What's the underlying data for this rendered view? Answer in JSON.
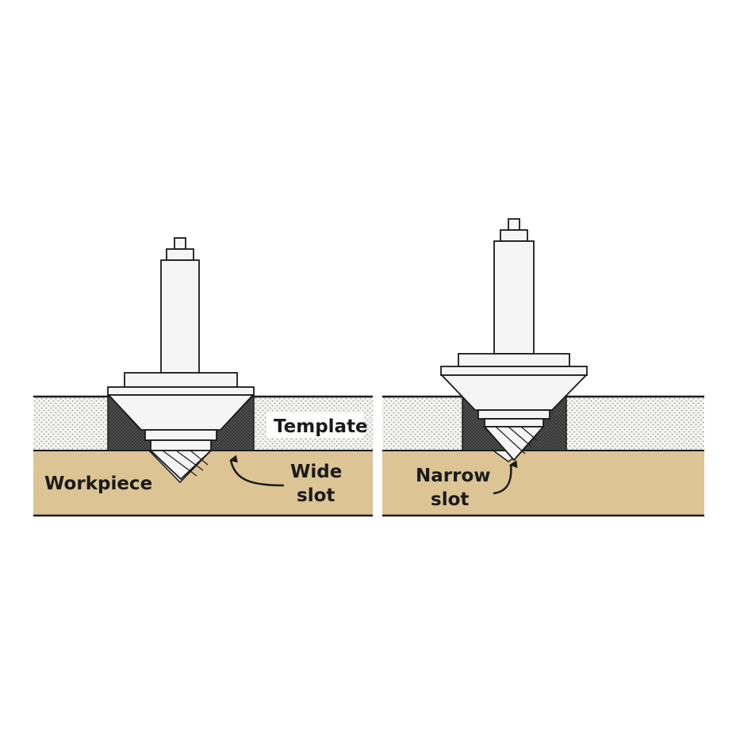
{
  "colors": {
    "background": "#ffffff",
    "workpiece": "#dcc494",
    "template_base": "#f4f4f2",
    "template_dots": "#9a9a9a",
    "slot_dark": "#3a3a3a",
    "metal": "#f5f5f5",
    "outline": "#1a1a1a"
  },
  "panels": [
    {
      "labels": {
        "workpiece": "Workpiece",
        "template": "Template",
        "slot_line1": "Wide",
        "slot_line2": "slot"
      }
    },
    {
      "labels": {
        "slot_line1": "Narrow",
        "slot_line2": "slot"
      }
    }
  ],
  "icons": [
    "router-bit-icon",
    "arrow-icon"
  ]
}
